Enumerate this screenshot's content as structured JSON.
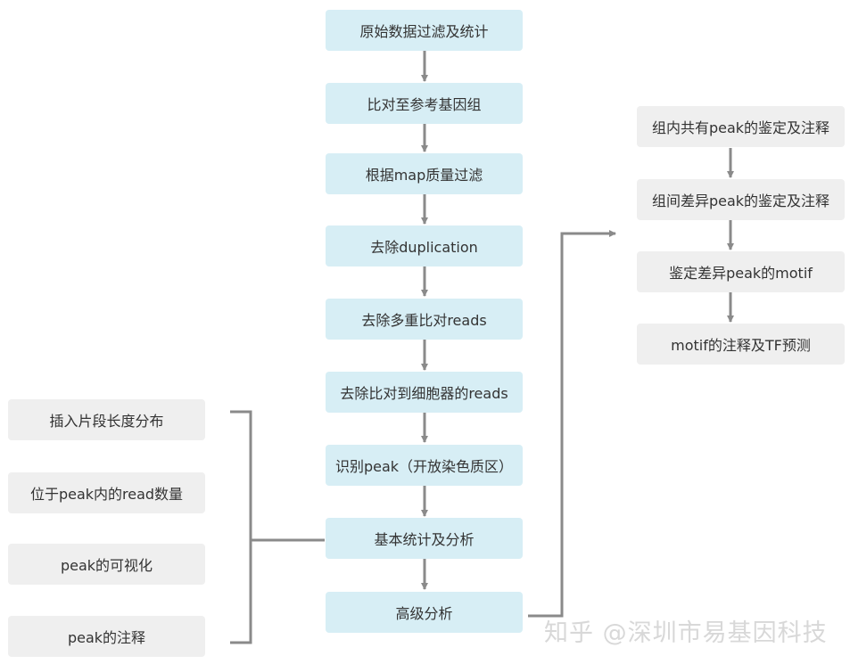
{
  "main_steps": [
    "原始数据过滤及统计",
    "比对至参考基因组",
    "根据map质量过滤",
    "去除duplication",
    "去除多重比对reads",
    "去除比对到细胞器的reads",
    "识别peak（开放染色质区）",
    "基本统计及分析",
    "高级分析"
  ],
  "basic_analysis": [
    "插入片段长度分布",
    "位于peak内的read数量",
    "peak的可视化",
    "peak的注释"
  ],
  "advanced_analysis": [
    "组内共有peak的鉴定及注释",
    "组间差异peak的鉴定及注释",
    "鉴定差异peak的motif",
    "motif的注释及TF预测"
  ],
  "watermark": "知乎 @深圳市易基因科技",
  "colors": {
    "main_box": "#d7eef5",
    "side_box": "#efefef",
    "line": "#8a8a8a"
  }
}
